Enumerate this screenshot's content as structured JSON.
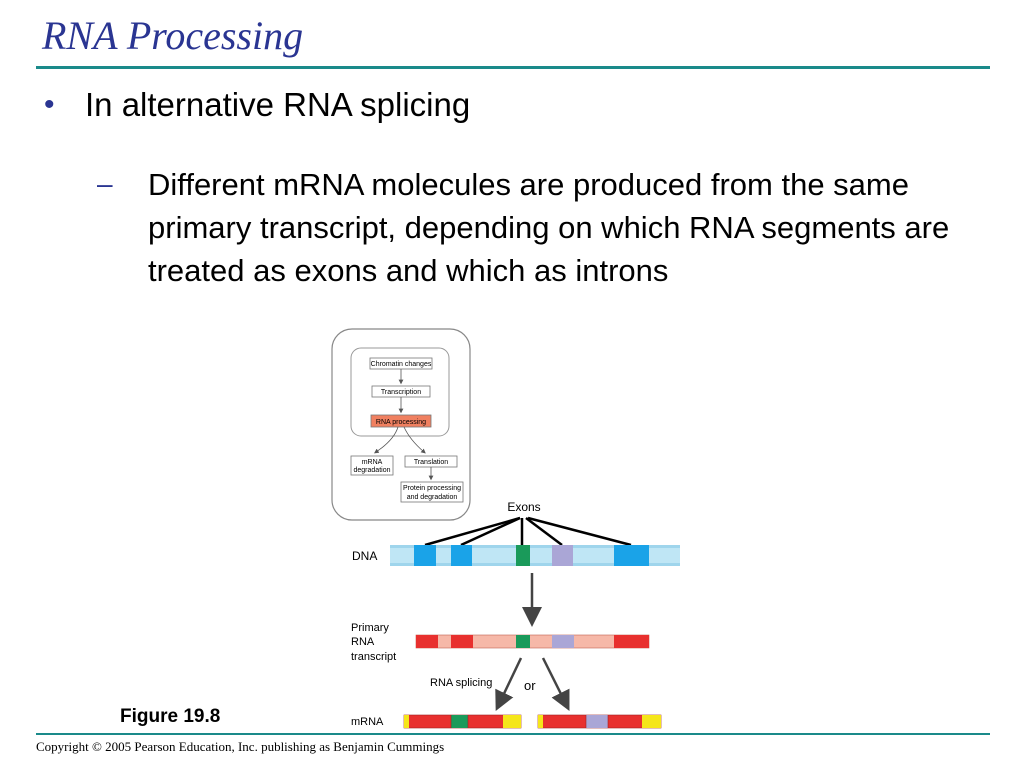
{
  "slide": {
    "title": "RNA Processing",
    "bullet": "In alternative RNA splicing",
    "sub_bullet": "Different mRNA molecules are produced from the same primary transcript, depending on which RNA segments are treated as exons and which as introns",
    "figure_label": "Figure 19.8",
    "copyright": "Copyright © 2005 Pearson Education, Inc. publishing as Benjamin Cummings"
  },
  "flowchart": {
    "chromatin": "Chromatin changes",
    "transcription": "Transcription",
    "rna_processing": "RNA processing",
    "mrna_degradation_1": "mRNA",
    "mrna_degradation_2": "degradation",
    "translation": "Translation",
    "protein_1": "Protein processing",
    "protein_2": "and degradation"
  },
  "splicing": {
    "exons_label": "Exons",
    "dna_label": "DNA",
    "primary_1": "Primary",
    "primary_2": "RNA",
    "primary_3": "transcript",
    "splicing_label": "RNA splicing",
    "or_label": "or",
    "mrna_label": "mRNA"
  },
  "colors": {
    "title": "#2a3592",
    "rule": "#1a8a8a",
    "highlight_box": "#f08060",
    "dna_exon": "#1aa3e8",
    "dna_intron": "#bfe6f5",
    "rna_red": "#e8302e",
    "rna_intron": "#f6b8a8",
    "green_exon": "#1a9a5a",
    "lavender_exon": "#aaa6d6",
    "cap_yellow": "#f5e61a"
  }
}
